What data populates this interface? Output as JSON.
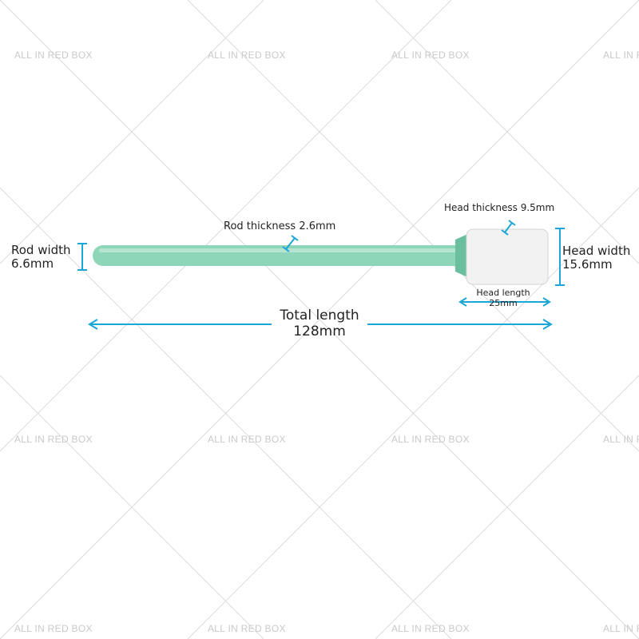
{
  "watermark": "ALL IN RED BOX",
  "colors": {
    "dimension": "#1aa6d6",
    "rod": "#8ed6b9",
    "rod_shade": "#6bbf9f",
    "head": "#f2f2f2",
    "guide_lines": "#dcdcdc"
  },
  "labels": {
    "rod_width": "Rod width",
    "rod_width_value": "6.6mm",
    "rod_thickness": "Rod thickness 2.6mm",
    "head_thickness": "Head thickness 9.5mm",
    "head_width": "Head width",
    "head_width_value": "15.6mm",
    "head_length": "Head length",
    "head_length_value": "25mm",
    "total_length": "Total length",
    "total_length_value": "128mm"
  }
}
